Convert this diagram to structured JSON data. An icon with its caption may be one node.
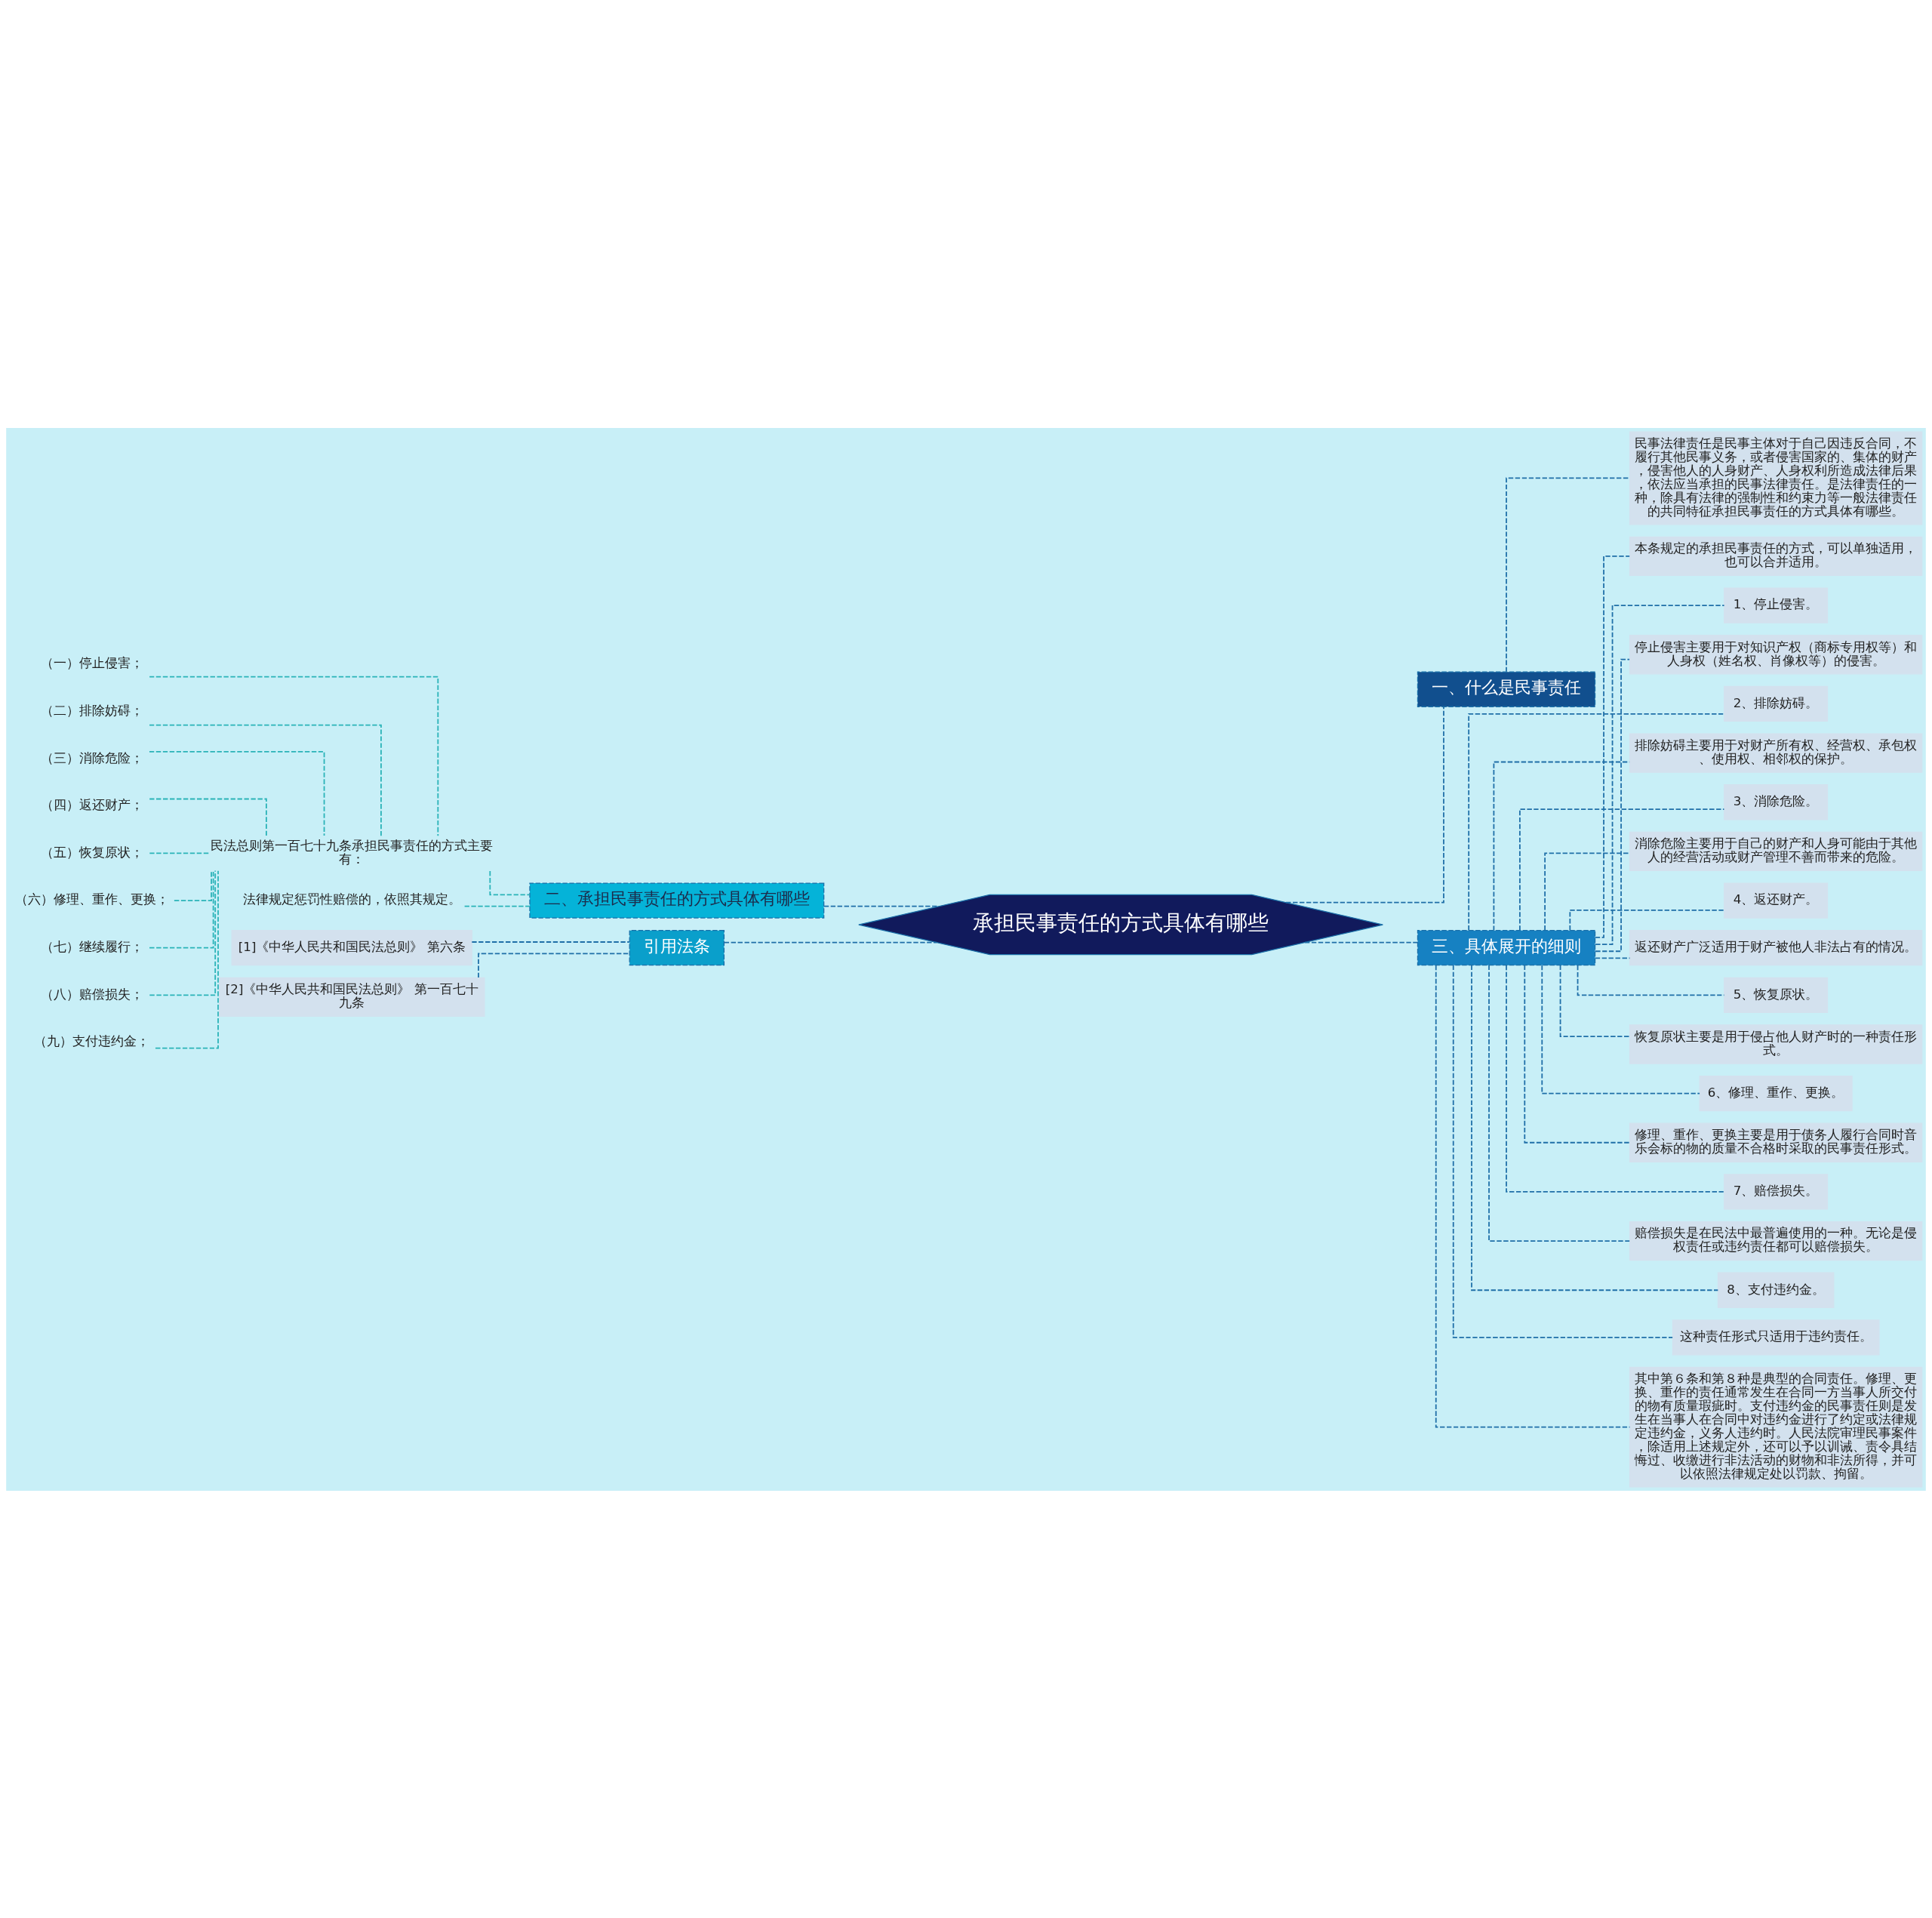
{
  "diagram": {
    "nodes": [
      {
        "text": [
          "承担民事责任的方式具体有哪些"
        ]
      },
      {
        "text": [
          "一、什么是民事责任"
        ]
      },
      {
        "text": [
          "民事法律责任是民事主体对于自己因违反合同，不履行其他民事义务，或者侵害国家的、集体的财产，侵害他人的人身财产、人身权利所造成法律后果，依法应当承担的民事法律责任。是法律责任的一种，除具有法律的强制性和约束力等一般法律责任的共同特征承担民事责任的方式具体有哪些。"
        ]
      },
      {
        "text": [
          "二、承担民事责任的方式具体有哪些"
        ]
      },
      {
        "text": [
          "民法总则第一百七十九条承担民事责任的方式主要有："
        ]
      },
      {
        "text": [
          "（一）停止侵害；"
        ]
      },
      {
        "text": [
          "（二）排除妨碍；"
        ]
      },
      {
        "text": [
          "（三）消除危险；"
        ]
      },
      {
        "text": [
          "（四）返还财产；"
        ]
      },
      {
        "text": [
          "（五）恢复原状；"
        ]
      },
      {
        "text": [
          "（六）修理、重作、更换；"
        ]
      },
      {
        "text": [
          "（七）继续履行；"
        ]
      },
      {
        "text": [
          "（八）赔偿损失；"
        ]
      },
      {
        "text": [
          "（九）支付违约金；"
        ]
      },
      {
        "text": [
          "法律规定惩罚性赔偿的，依照其规定。"
        ]
      },
      {
        "text": [
          "引用法条"
        ]
      },
      {
        "text": [
          "[1]《中华人民共和国民法总则》 第六条"
        ]
      },
      {
        "text": [
          "[2]《中华人民共和国民法总则》 第一百七十九条"
        ]
      },
      {
        "text": [
          "三、具体展开的细则"
        ]
      },
      {
        "text": [
          "本条规定的承担民事责任的方式，可以单独适用，也可以合并适用。"
        ]
      },
      {
        "text": [
          "1、停止侵害。"
        ]
      },
      {
        "text": [
          "停止侵害主要用于对知识产权（商标专用权等）和人身权（姓名权、肖像权等）的侵害。"
        ]
      },
      {
        "text": [
          "2、排除妨碍。"
        ]
      },
      {
        "text": [
          "排除妨碍主要用于对财产所有权、经营权、承包权、使用权、相邻权的保护。"
        ]
      },
      {
        "text": [
          "3、消除危险。"
        ]
      },
      {
        "text": [
          "消除危险主要用于自己的财产和人身可能由于其他人的经营活动或财产管理不善而带来的危险。"
        ]
      },
      {
        "text": [
          "4、返还财产。"
        ]
      },
      {
        "text": [
          "返还财产广泛适用于财产被他人非法占有的情况。"
        ]
      },
      {
        "text": [
          "5、恢复原状。"
        ]
      },
      {
        "text": [
          "恢复原状主要是用于侵占他人财产时的一种责任形式。"
        ]
      },
      {
        "text": [
          "6、修理、重作、更换。"
        ]
      },
      {
        "text": [
          "修理、重作、更换主要是用于债务人履行合同时音乐会标的物的质量不合格时采取的民事责任形式。"
        ]
      },
      {
        "text": [
          "7、赔偿损失。"
        ]
      },
      {
        "text": [
          "赔偿损失是在民法中最普遍使用的一种。无论是侵权责任或违约责任都可以赔偿损失。"
        ]
      },
      {
        "text": [
          "8、支付违约金。"
        ]
      },
      {
        "text": [
          "这种责任形式只适用于违约责任。"
        ]
      },
      {
        "text": [
          "其中第６条和第８种是典型的合同责任。修理、更换、重作的责任通常发生在合同一方当事人所交付的物有质量瑕疵时。支付违约金的民事责任则是发生在当事人在合同中对违约金进行了约定或法律规定违约金，义务人违约时。人民法院审理民事案件，除适用上述规定外，还可以予以训诫、责令具结悔过、收缴进行非法活动的财物和非法所得，并可以依照法律规定处以罚款、拘留。"
        ]
      }
    ],
    "edges": [
      {
        "from": 0,
        "to": 1,
        "arrow": "none",
        "style": "dashed"
      },
      {
        "from": 1,
        "to": 2,
        "arrow": "none",
        "style": "dashed"
      },
      {
        "from": 0,
        "to": 3,
        "arrow": "none",
        "style": "dashed"
      },
      {
        "from": 3,
        "to": 4,
        "arrow": "none",
        "style": "dashed",
        "color": "#2ab3b8"
      },
      {
        "from": 4,
        "to": 5,
        "arrow": "none",
        "style": "dashed",
        "color": "#2ab3b8"
      },
      {
        "from": 4,
        "to": 6,
        "arrow": "none",
        "style": "dashed",
        "color": "#2ab3b8"
      },
      {
        "from": 4,
        "to": 7,
        "arrow": "none",
        "style": "dashed",
        "color": "#2ab3b8"
      },
      {
        "from": 4,
        "to": 8,
        "arrow": "none",
        "style": "dashed",
        "color": "#2ab3b8"
      },
      {
        "from": 4,
        "to": 9,
        "arrow": "none",
        "style": "dashed",
        "color": "#2ab3b8"
      },
      {
        "from": 4,
        "to": 10,
        "arrow": "none",
        "style": "dashed",
        "color": "#2ab3b8"
      },
      {
        "from": 4,
        "to": 11,
        "arrow": "none",
        "style": "dashed",
        "color": "#2ab3b8"
      },
      {
        "from": 4,
        "to": 12,
        "arrow": "none",
        "style": "dashed",
        "color": "#2ab3b8"
      },
      {
        "from": 4,
        "to": 13,
        "arrow": "none",
        "style": "dashed",
        "color": "#2ab3b8"
      },
      {
        "from": 3,
        "to": 14,
        "arrow": "none",
        "style": "dashed",
        "color": "#2ab3b8"
      },
      {
        "from": 0,
        "to": 15,
        "arrow": "none",
        "style": "dashed"
      },
      {
        "from": 15,
        "to": 16,
        "arrow": "none",
        "style": "dashed"
      },
      {
        "from": 15,
        "to": 17,
        "arrow": "none",
        "style": "dashed"
      },
      {
        "from": 0,
        "to": 18,
        "arrow": "none",
        "style": "dashed"
      },
      {
        "from": 18,
        "to": 19,
        "arrow": "none",
        "style": "dashed"
      },
      {
        "from": 18,
        "to": 20,
        "arrow": "none",
        "style": "dashed"
      },
      {
        "from": 18,
        "to": 21,
        "arrow": "none",
        "style": "dashed"
      },
      {
        "from": 18,
        "to": 22,
        "arrow": "none",
        "style": "dashed"
      },
      {
        "from": 18,
        "to": 23,
        "arrow": "none",
        "style": "dashed"
      },
      {
        "from": 18,
        "to": 24,
        "arrow": "none",
        "style": "dashed"
      },
      {
        "from": 18,
        "to": 25,
        "arrow": "none",
        "style": "dashed"
      },
      {
        "from": 18,
        "to": 26,
        "arrow": "none",
        "style": "dashed"
      },
      {
        "from": 18,
        "to": 27,
        "arrow": "none",
        "style": "dashed"
      },
      {
        "from": 18,
        "to": 28,
        "arrow": "none",
        "style": "dashed"
      },
      {
        "from": 18,
        "to": 29,
        "arrow": "none",
        "style": "dashed"
      },
      {
        "from": 18,
        "to": 30,
        "arrow": "none",
        "style": "dashed"
      },
      {
        "from": 18,
        "to": 31,
        "arrow": "none",
        "style": "dashed"
      },
      {
        "from": 18,
        "to": 32,
        "arrow": "none",
        "style": "dashed"
      },
      {
        "from": 18,
        "to": 33,
        "arrow": "none",
        "style": "dashed"
      },
      {
        "from": 18,
        "to": 34,
        "arrow": "none",
        "style": "dashed"
      },
      {
        "from": 18,
        "to": 35,
        "arrow": "none",
        "style": "dashed"
      },
      {
        "from": 18,
        "to": 36,
        "arrow": "none",
        "style": "dashed"
      }
    ]
  }
}
